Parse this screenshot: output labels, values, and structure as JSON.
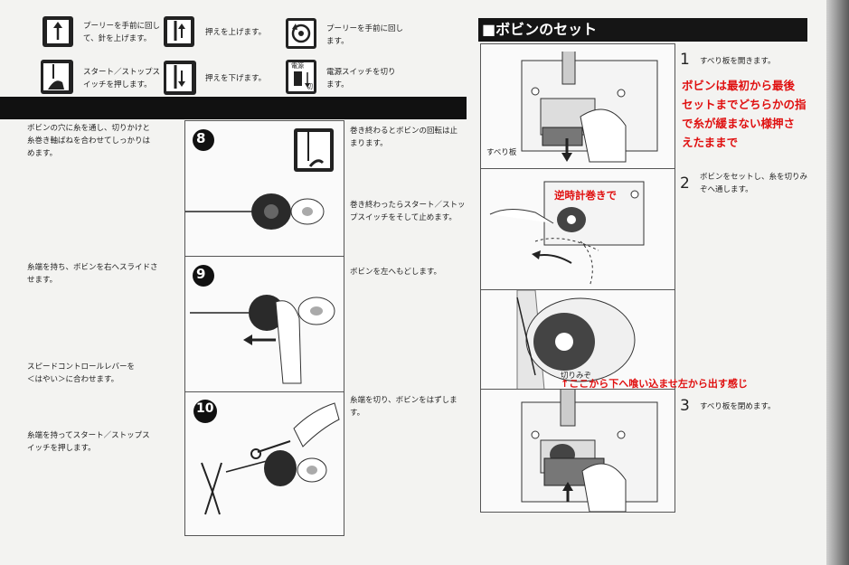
{
  "top_icons": [
    {
      "icon": "pulley-up-icon",
      "text": "プーリーを手前に回し\nて、針を上げます。"
    },
    {
      "icon": "presser-up-icon",
      "text": "押えを上げます。"
    },
    {
      "icon": "pulley-turn-icon",
      "text": "プーリーを手前に回し\nます。"
    },
    {
      "icon": "start-stop-icon",
      "text": "スタート／ストップス\nイッチを押します。"
    },
    {
      "icon": "presser-down-icon",
      "text": "押えを下げます。"
    },
    {
      "icon": "power-switch-icon",
      "text": "電源スイッチを切り\nます。",
      "badge": "電源",
      "off": "切"
    }
  ],
  "left_column": {
    "note_thread": "ボビンの穴に糸を通し、切りかけと\n糸巻き軸ばねを合わせてしっかりは\nめます。",
    "note_slide": "糸端を持ち、ボビンを右へスライドさ\nせます。",
    "note_speed": "スピードコントロールレバーを\n＜はやい＞に合わせます。",
    "note_start": "糸端を持ってスタート／ストップス\nイッチを押します。"
  },
  "steps": [
    {
      "number": "8",
      "text": "巻き終わるとボビンの回転は止\nまります。",
      "text2": "巻き終わったらスタート／ストッ\nプスイッチをそして止めます。"
    },
    {
      "number": "9",
      "text": "ボビンを左へもどします。"
    },
    {
      "number": "10",
      "text": "糸端を切り、ボビンをはずしま\nす。"
    }
  ],
  "bobbin_section": {
    "title": "■ボビンのセット",
    "step1": {
      "number": "1",
      "text": "すべり板を開きます。"
    },
    "step2": {
      "number": "2",
      "text": "ボビンをセットし、糸を切りみ\nぞへ通します。"
    },
    "step3": {
      "number": "3",
      "text": "すべり板を閉めます。"
    },
    "label_slide_plate": "すべり板",
    "label_groove": "切りみぞ",
    "annotation_main": "ボビンは最初から最後\nセットまでどちらかの指\nで糸が緩まない様押さ\nえたままで",
    "annotation_ccw": "逆時計巻きで",
    "annotation_arrow": "↑ここから下へ喰い込ませ左から出す感じ"
  },
  "colors": {
    "annotation": "#e01010",
    "header_bar": "#151515",
    "paper": "#f3f3f1"
  }
}
